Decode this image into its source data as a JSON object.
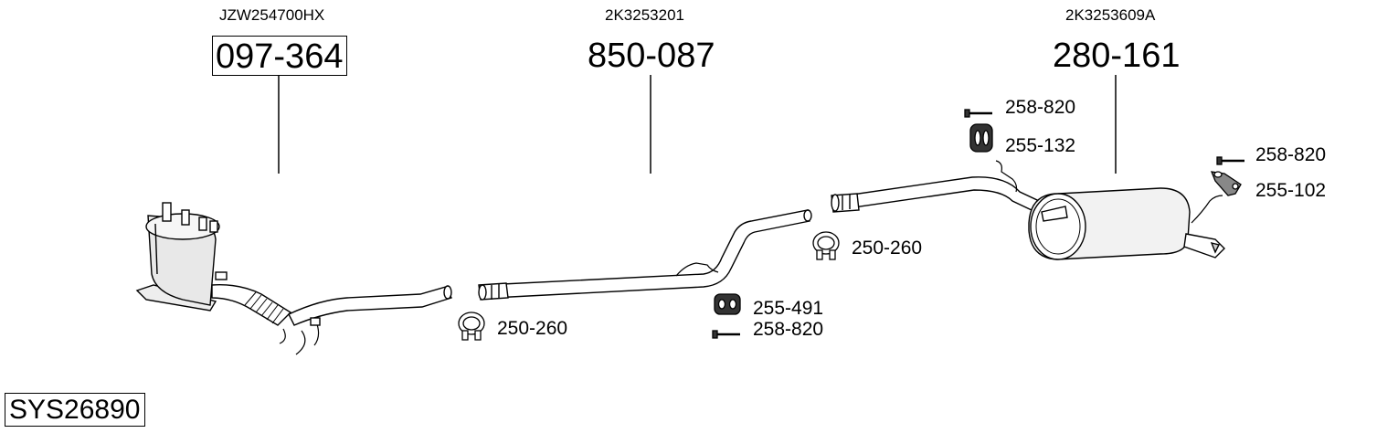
{
  "system": {
    "code": "SYS26890"
  },
  "parts": [
    {
      "oe": "JZW254700HX",
      "part": "097-364"
    },
    {
      "oe": "2K3253201",
      "part": "850-087"
    },
    {
      "oe": "2K3253609A",
      "part": "280-161"
    }
  ],
  "accessories": {
    "clamp_front": "250-260",
    "clamp_rear": "250-260",
    "rubber_mid": "255-491",
    "bolt_mid": "258-820",
    "bolt_top": "258-820",
    "rubber_top": "255-132",
    "bolt_right": "258-820",
    "bracket_right": "255-102"
  }
}
